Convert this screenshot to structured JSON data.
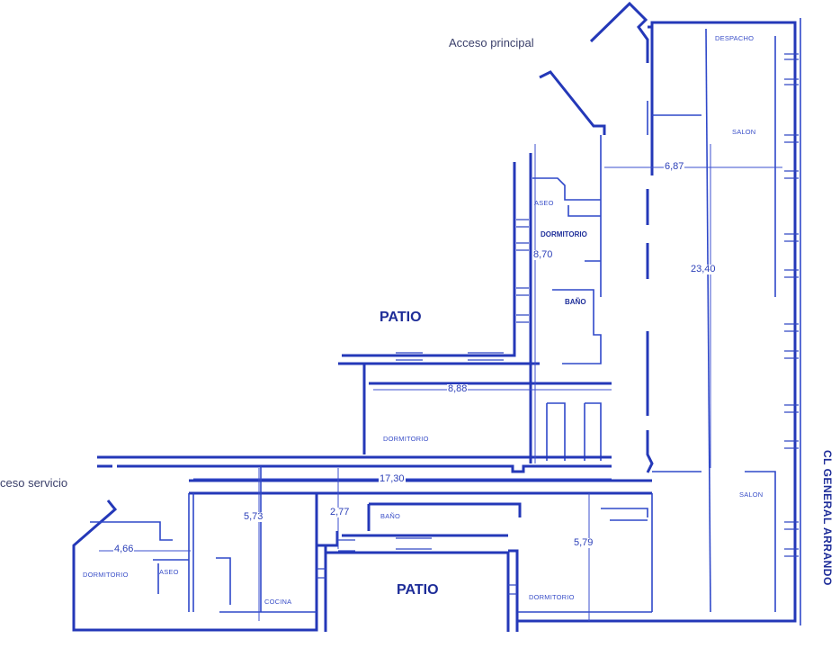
{
  "labels": {
    "access_main": "Acceso principal",
    "access_service": "ceso servicio",
    "street": "CL GENERAL ARRANDO",
    "patio_top": "PATIO",
    "patio_bottom": "PATIO"
  },
  "rooms": {
    "despacho": "DESPACHO",
    "salon_top": "SALON",
    "aseo_top": "ASEO",
    "dormitorio_upper": "DORMITORIO",
    "bano_mid": "BAÑO",
    "dormitorio_mid": "DORMITORIO",
    "salon_bottom": "SALON",
    "bano_bottom": "BAÑO",
    "dormitorio_left": "DORMITORIO",
    "aseo_left": "ASEO",
    "cocina": "COCINA",
    "dormitorio_bottom": "DORMITORIO"
  },
  "dimensions": {
    "d_687": "6,87",
    "d_2340": "23,40",
    "d_870": "8,70",
    "d_888": "8,88",
    "d_1730": "17,30",
    "d_573": "5,73",
    "d_277": "2,77",
    "d_466": "4,66",
    "d_579": "5,79"
  },
  "colors": {
    "wall": "#2438b8",
    "label": "#3a4fc8",
    "background": "#ffffff"
  }
}
